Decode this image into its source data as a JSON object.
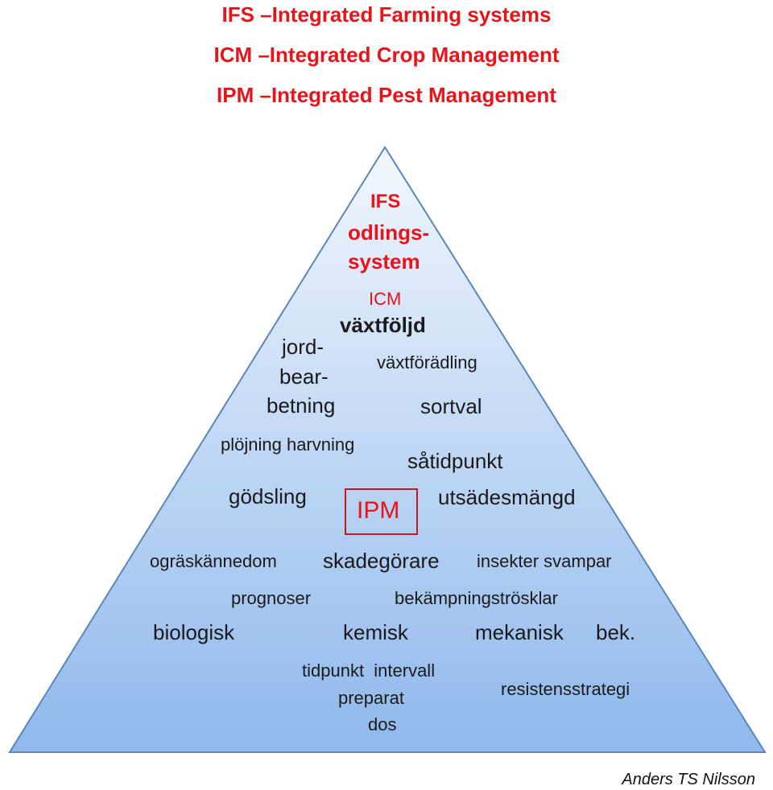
{
  "header": {
    "lines": [
      "IFS –Integrated Farming systems",
      "ICM –Integrated Crop Management",
      "IPM –Integrated Pest Management"
    ]
  },
  "colors": {
    "header_red": "#e8141a",
    "pyramid_top": "#f2f7fd",
    "pyramid_bottom": "#8fb8ec",
    "pyramid_edge": "#5d86b8"
  },
  "pyramid": {
    "ifs": {
      "title": "IFS",
      "line1": "odlings-",
      "line2": "system"
    },
    "icm": {
      "title": "ICM",
      "heading": "växtföljd"
    },
    "left": {
      "jord1": "jord-",
      "jord2": "bear-",
      "jord3": "betning",
      "plojning": "plöjning harvning",
      "godsling": "gödsling"
    },
    "right": {
      "vaxtforadling": "växtförädling",
      "sortval": "sortval",
      "satidpunkt": "såtidpunkt",
      "utsadesmangd": "utsädesmängd"
    },
    "ipm": {
      "label": "IPM"
    },
    "row_pests": {
      "ograskannedom": "ogräskännedom",
      "skadegorare": "skadegörare",
      "insekter": "insekter svampar"
    },
    "row_forecast": {
      "prognoser": "prognoser",
      "bekampning": "bekämpningströsklar"
    },
    "row_control": {
      "biologisk": "biologisk",
      "kemisk": "kemisk",
      "mekanisk": "mekanisk",
      "bek": "bek."
    },
    "row_chemical": {
      "tidpunkt": "tidpunkt  intervall",
      "preparat": "preparat",
      "dos": "dos",
      "resistens": "resistensstrategi"
    }
  },
  "credit": "Anders TS Nilsson"
}
